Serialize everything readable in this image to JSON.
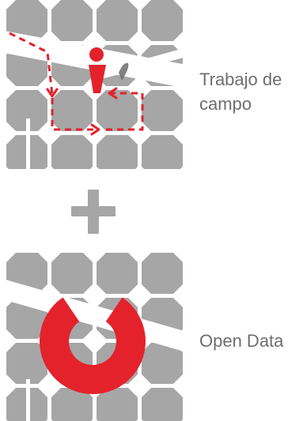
{
  "panels": [
    {
      "label_lines": [
        "Trabajo de",
        "campo"
      ]
    },
    {
      "label_lines": [
        "Open Data"
      ]
    }
  ],
  "colors": {
    "tile": "#a6a6a6",
    "accent": "#e4222b",
    "text": "#6e6e6e",
    "background": "#ffffff"
  },
  "icons": {
    "person": "person-marker-icon",
    "plus": "plus-icon",
    "horseshoe": "horseshoe-icon"
  }
}
